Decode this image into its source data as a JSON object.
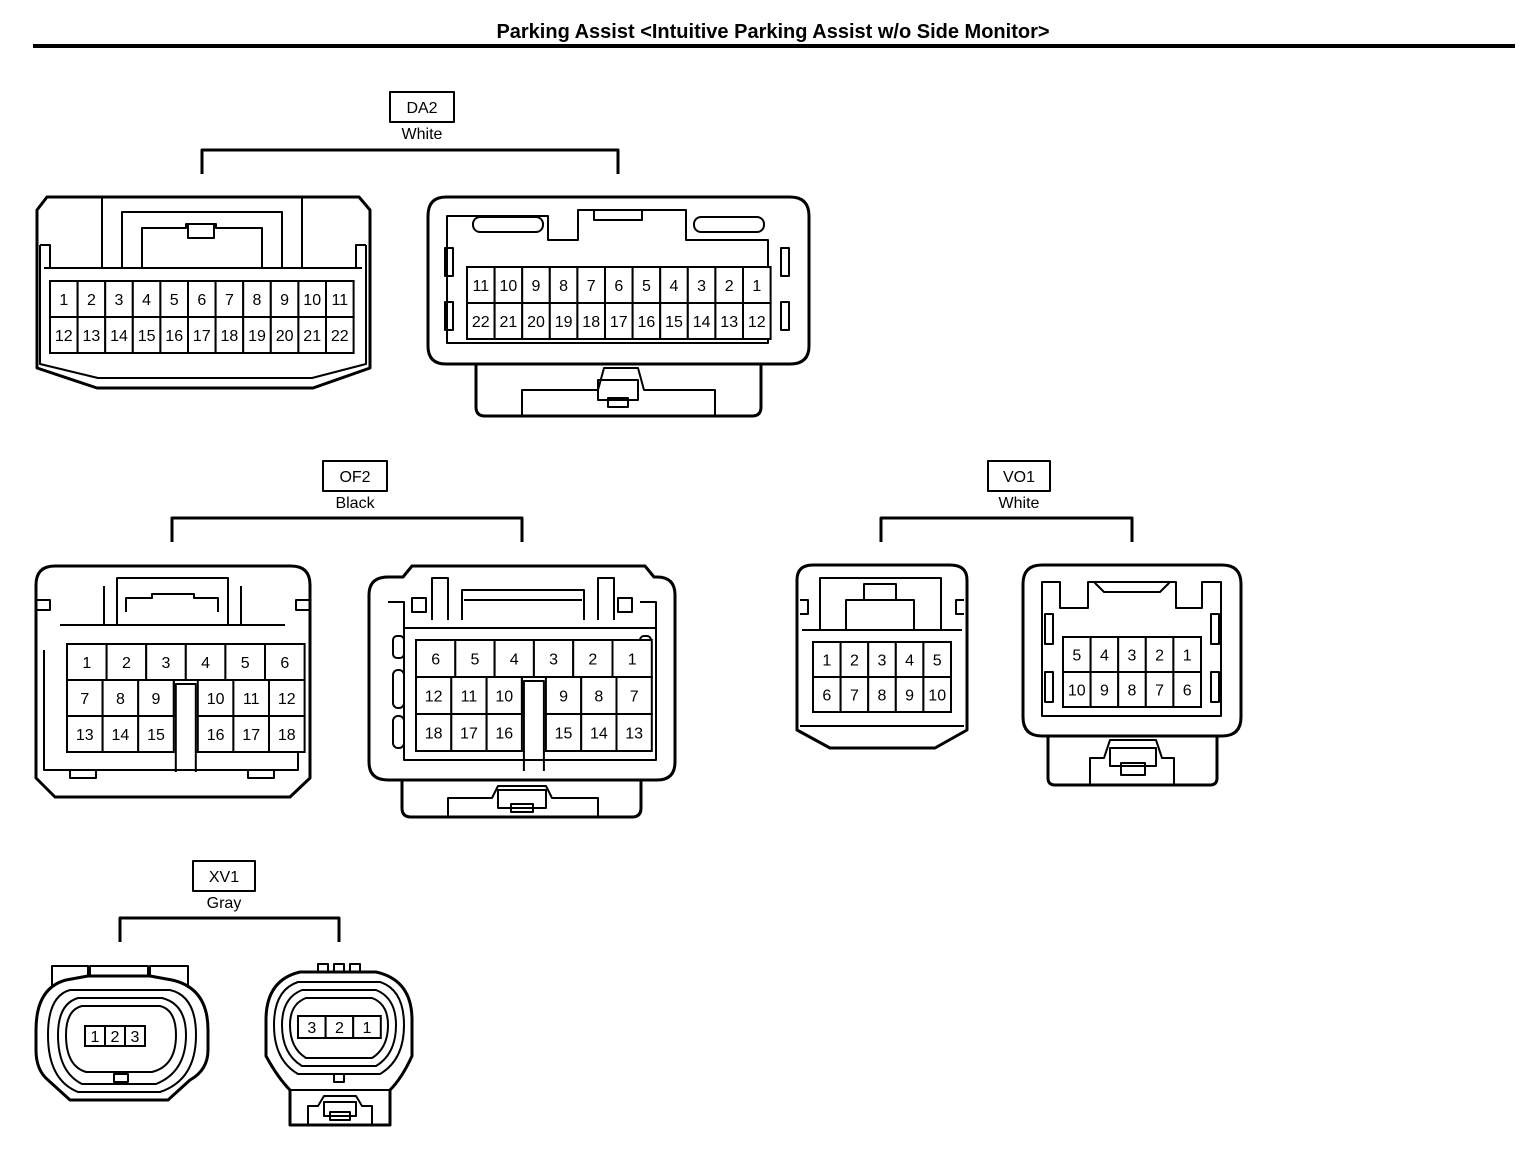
{
  "title": "Parking Assist <Intuitive Parking Assist w/o Side Monitor>",
  "connectors": {
    "da2": {
      "code": "DA2",
      "color": "White",
      "left_pins": [
        [
          "1",
          "2",
          "3",
          "4",
          "5",
          "6",
          "7",
          "8",
          "9",
          "10",
          "11"
        ],
        [
          "12",
          "13",
          "14",
          "15",
          "16",
          "17",
          "18",
          "19",
          "20",
          "21",
          "22"
        ]
      ],
      "right_pins": [
        [
          "11",
          "10",
          "9",
          "8",
          "7",
          "6",
          "5",
          "4",
          "3",
          "2",
          "1"
        ],
        [
          "22",
          "21",
          "20",
          "19",
          "18",
          "17",
          "16",
          "15",
          "14",
          "13",
          "12"
        ]
      ]
    },
    "of2": {
      "code": "OF2",
      "color": "Black",
      "left_pins": [
        [
          "1",
          "2",
          "3",
          "4",
          "5",
          "6"
        ],
        [
          "7",
          "8",
          "9",
          "",
          "10",
          "11",
          "12"
        ],
        [
          "13",
          "14",
          "15",
          "",
          "16",
          "17",
          "18"
        ]
      ],
      "right_pins": [
        [
          "6",
          "5",
          "4",
          "3",
          "2",
          "1"
        ],
        [
          "12",
          "11",
          "10",
          "",
          "9",
          "8",
          "7"
        ],
        [
          "18",
          "17",
          "16",
          "",
          "15",
          "14",
          "13"
        ]
      ]
    },
    "vo1": {
      "code": "VO1",
      "color": "White",
      "left_pins": [
        [
          "1",
          "2",
          "3",
          "4",
          "5"
        ],
        [
          "6",
          "7",
          "8",
          "9",
          "10"
        ]
      ],
      "right_pins": [
        [
          "5",
          "4",
          "3",
          "2",
          "1"
        ],
        [
          "10",
          "9",
          "8",
          "7",
          "6"
        ]
      ]
    },
    "xv1": {
      "code": "XV1",
      "color": "Gray",
      "left_pins": [
        [
          "1",
          "2",
          "3"
        ]
      ],
      "right_pins": [
        [
          "3",
          "2",
          "1"
        ]
      ]
    }
  }
}
